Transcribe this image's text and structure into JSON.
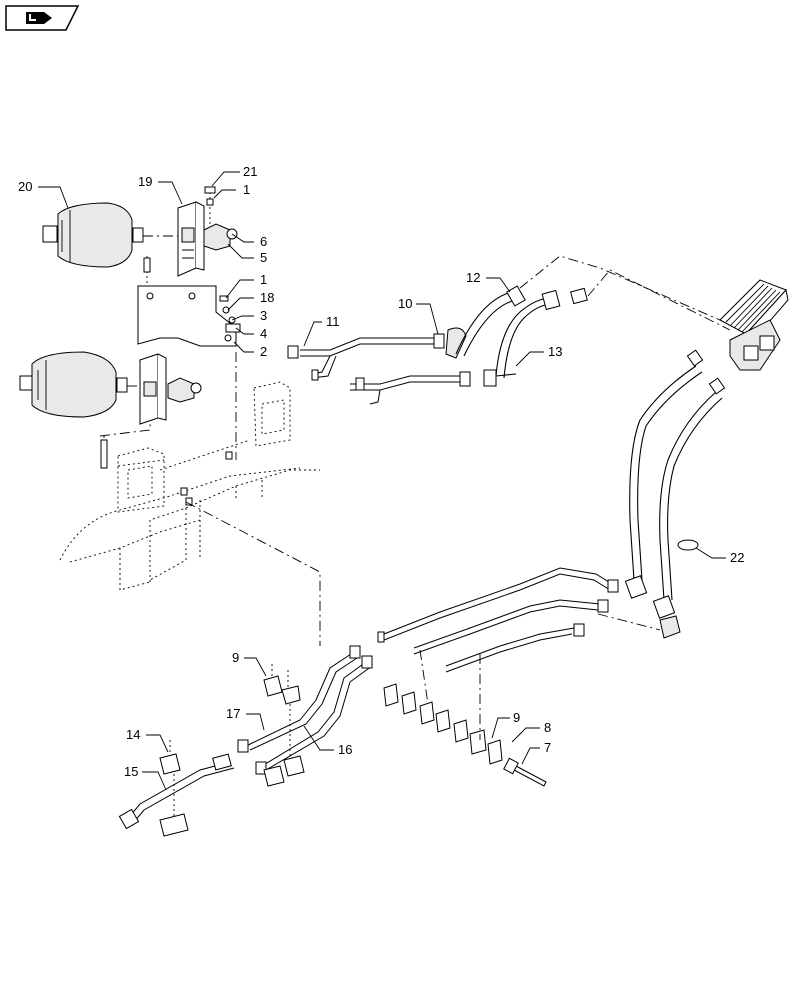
{
  "icon": "book-arrow-icon",
  "callouts": [
    {
      "id": "c20",
      "label": "20"
    },
    {
      "id": "c19",
      "label": "19"
    },
    {
      "id": "c21",
      "label": "21"
    },
    {
      "id": "c1a",
      "label": "1"
    },
    {
      "id": "c6",
      "label": "6"
    },
    {
      "id": "c5",
      "label": "5"
    },
    {
      "id": "c1b",
      "label": "1"
    },
    {
      "id": "c18",
      "label": "18"
    },
    {
      "id": "c3",
      "label": "3"
    },
    {
      "id": "c4",
      "label": "4"
    },
    {
      "id": "c2",
      "label": "2"
    },
    {
      "id": "c11",
      "label": "11"
    },
    {
      "id": "c10",
      "label": "10"
    },
    {
      "id": "c12",
      "label": "12"
    },
    {
      "id": "c13",
      "label": "13"
    },
    {
      "id": "c22",
      "label": "22"
    },
    {
      "id": "c9a",
      "label": "9"
    },
    {
      "id": "c17",
      "label": "17"
    },
    {
      "id": "c16",
      "label": "16"
    },
    {
      "id": "c14",
      "label": "14"
    },
    {
      "id": "c15",
      "label": "15"
    },
    {
      "id": "c9b",
      "label": "9"
    },
    {
      "id": "c8",
      "label": "8"
    },
    {
      "id": "c7",
      "label": "7"
    }
  ]
}
